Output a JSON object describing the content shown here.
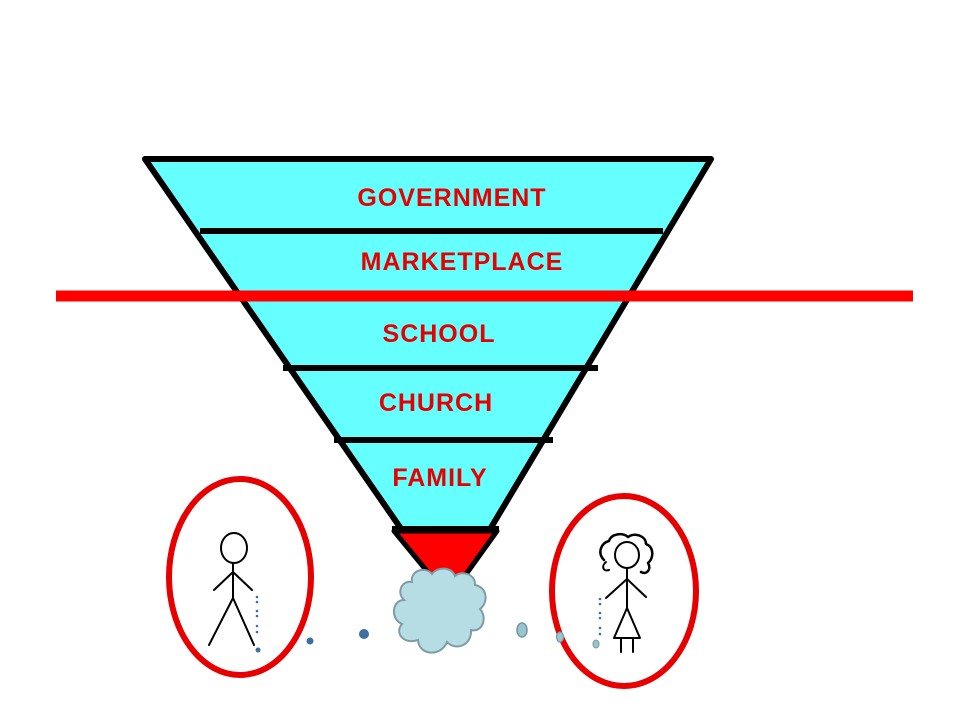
{
  "diagram": {
    "tiers": [
      {
        "label": "GOVERNMENT"
      },
      {
        "label": "MARKETPLACE"
      },
      {
        "label": "SCHOOL"
      },
      {
        "label": "CHURCH"
      },
      {
        "label": "FAMILY"
      }
    ],
    "colors": {
      "funnel_fill": "#66ffff",
      "funnel_tip": "#ff0000",
      "outline": "#000000",
      "label_text": "#e60000",
      "divider_line": "#ff0000",
      "figure_ring": "#e60000",
      "cloud_fill": "#b7dde4",
      "cloud_outline": "#7f9ba6",
      "bubble_dark": "#3f6ea5",
      "bubble_light": "#9bc4ce"
    },
    "figures": {
      "left": {
        "icon": "stick-man-icon"
      },
      "right": {
        "icon": "stick-woman-icon"
      }
    },
    "connector": {
      "icon": "thought-cloud-icon"
    }
  }
}
